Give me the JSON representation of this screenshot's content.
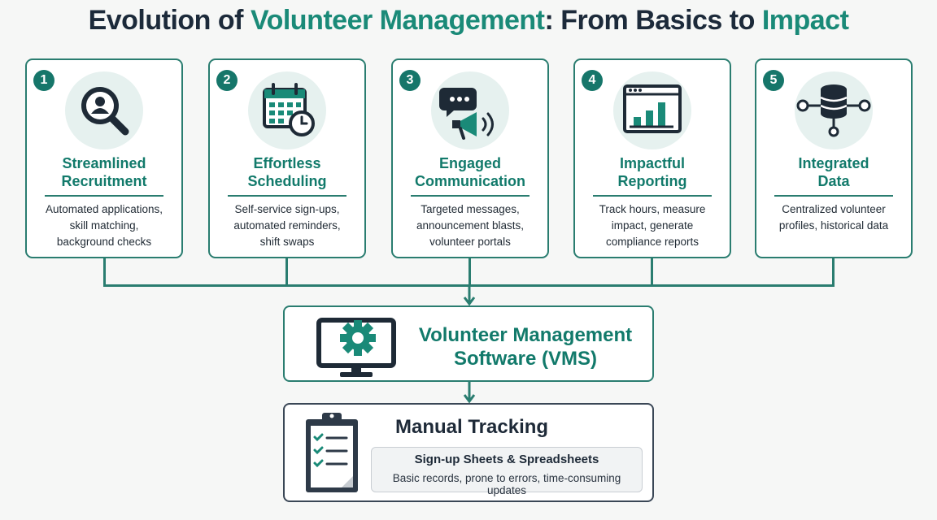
{
  "title": {
    "part1": "Evolution of ",
    "part2": "Volunteer Management",
    "part3": ": From Basics to ",
    "part4": "Impact"
  },
  "colors": {
    "accent": "#1a8a78",
    "border": "#2a7d70",
    "dark": "#1c2a3a",
    "icon_bg": "#e6f1ef"
  },
  "stages": [
    {
      "number": "1",
      "icon": "search-user-icon",
      "title_line1": "Streamlined",
      "title_line2": "Recruitment",
      "desc_line1": "Automated applications,",
      "desc_line2": "skill matching,",
      "desc_line3": "background checks"
    },
    {
      "number": "2",
      "icon": "calendar-clock-icon",
      "title_line1": "Effortless",
      "title_line2": "Scheduling",
      "desc_line1": "Self-service sign-ups,",
      "desc_line2": "automated reminders,",
      "desc_line3": "shift swaps"
    },
    {
      "number": "3",
      "icon": "megaphone-chat-icon",
      "title_line1": "Engaged",
      "title_line2": "Communication",
      "desc_line1": "Targeted messages,",
      "desc_line2": "announcement blasts,",
      "desc_line3": "volunteer portals"
    },
    {
      "number": "4",
      "icon": "bar-chart-icon",
      "title_line1": "Impactful",
      "title_line2": "Reporting",
      "desc_line1": "Track hours, measure",
      "desc_line2": "impact, generate",
      "desc_line3": "compliance reports"
    },
    {
      "number": "5",
      "icon": "database-network-icon",
      "title_line1": "Integrated",
      "title_line2": "Data",
      "desc_line1": "Centralized volunteer",
      "desc_line2": "profiles, historical data",
      "desc_line3": ""
    }
  ],
  "vms": {
    "icon": "monitor-gear-icon",
    "title_line1": "Volunteer Management",
    "title_line2": "Software (VMS)"
  },
  "manual": {
    "icon": "clipboard-checklist-icon",
    "title": "Manual Tracking",
    "sub_title": "Sign-up Sheets & Spreadsheets",
    "sub_desc": "Basic records, prone to errors, time-consuming updates"
  }
}
